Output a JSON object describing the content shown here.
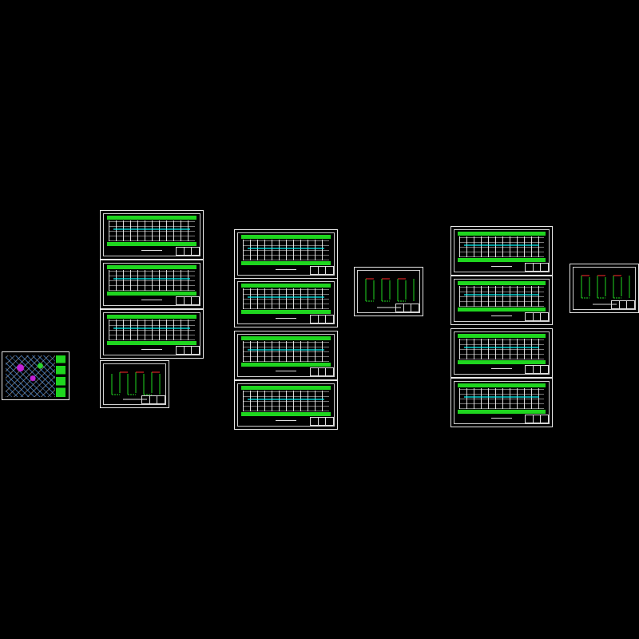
{
  "canvas": {
    "background": "#000000",
    "description_colors": {
      "frame": "#e8e8e8",
      "wall_band": "#1fd61f",
      "gridline": "#ffffff",
      "accent_cyan": "#00ffff",
      "site_magenta": "#c21fd6",
      "diagram_red": "#ff2a2a"
    }
  },
  "sheets": [
    {
      "id": "site-plan",
      "kind": "site"
    },
    {
      "id": "col1-plan-1",
      "kind": "plan"
    },
    {
      "id": "col1-plan-2",
      "kind": "plan"
    },
    {
      "id": "col1-plan-3",
      "kind": "plan"
    },
    {
      "id": "col1-diagram",
      "kind": "diagram"
    },
    {
      "id": "col2-plan-1",
      "kind": "plan"
    },
    {
      "id": "col2-plan-2",
      "kind": "plan"
    },
    {
      "id": "col2-plan-3",
      "kind": "plan"
    },
    {
      "id": "col2-plan-4",
      "kind": "plan"
    },
    {
      "id": "col3-diagram",
      "kind": "diagram"
    },
    {
      "id": "col4-plan-1",
      "kind": "plan"
    },
    {
      "id": "col4-plan-2",
      "kind": "plan"
    },
    {
      "id": "col4-plan-3",
      "kind": "plan"
    },
    {
      "id": "col4-plan-4",
      "kind": "plan"
    },
    {
      "id": "col5-diagram",
      "kind": "diagram"
    }
  ]
}
